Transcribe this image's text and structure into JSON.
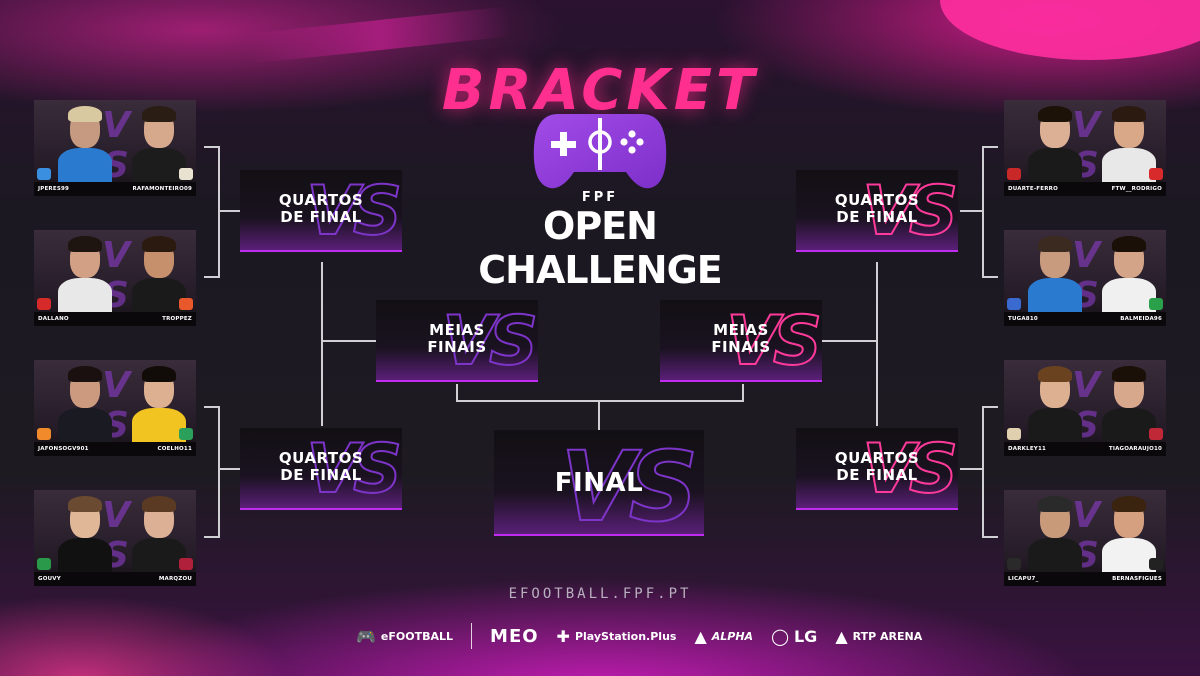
{
  "title": "BRACKET",
  "logo": {
    "brand": "FPF",
    "name": "OPEN CHALLENGE"
  },
  "colors": {
    "accent_pink": "#ff2f8f",
    "accent_purple": "#8b3ad6",
    "background": "#1a1420"
  },
  "rounds": {
    "quartos": "QUARTOS DE FINAL",
    "meias": "MEIAS FINAIS",
    "final": "FINAL",
    "quartos_lines": [
      "QUARTOS",
      "DE FINAL"
    ],
    "meias_lines": [
      "MEIAS",
      "FINAIS"
    ]
  },
  "matches_left": [
    {
      "p1": "JPERES99",
      "p2": "RAFAMONTEIRO09"
    },
    {
      "p1": "DALLANO",
      "p2": "TROPPEZ"
    },
    {
      "p1": "JAFONSOGV901",
      "p2": "COELHO11"
    },
    {
      "p1": "GOUVY",
      "p2": "MARQZOU"
    }
  ],
  "matches_right": [
    {
      "p1": "DUARTE-FERRO",
      "p2": "FTW__RODRIGO"
    },
    {
      "p1": "TUGA810",
      "p2": "BALMEIDA96"
    },
    {
      "p1": "DARKLEY11",
      "p2": "TIAGOARAUJO10"
    },
    {
      "p1": "LICAPU7_",
      "p2": "BERNASFIGUES"
    }
  ],
  "url": "EFOOTBALL.FPF.PT",
  "sponsors": [
    "eFOOTBALL",
    "MEO",
    "PlayStation.Plus",
    "ALPHA",
    "LG",
    "RTP ARENA"
  ]
}
